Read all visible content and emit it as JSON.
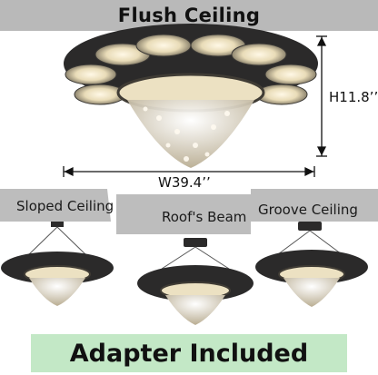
{
  "header": {
    "title": "Flush Ceiling"
  },
  "dimensions": {
    "height_label": "H11.8’’",
    "width_label": "W39.4’’"
  },
  "mount_types": [
    {
      "label": "Sloped Ceiling"
    },
    {
      "label": "Roof's Beam"
    },
    {
      "label": "Groove Ceiling"
    }
  ],
  "footer": {
    "badge": "Adapter Included"
  },
  "colors": {
    "banner_gray": "#b9b9b9",
    "strip_gray": "#bdbdbd",
    "badge_green": "#c3e8c6",
    "fixture_dark": "#2b2a2a",
    "crystal_glow": "#f2e6c8"
  },
  "icons": [
    "chandelier-main",
    "chandelier-sloped",
    "chandelier-beam",
    "chandelier-groove"
  ]
}
